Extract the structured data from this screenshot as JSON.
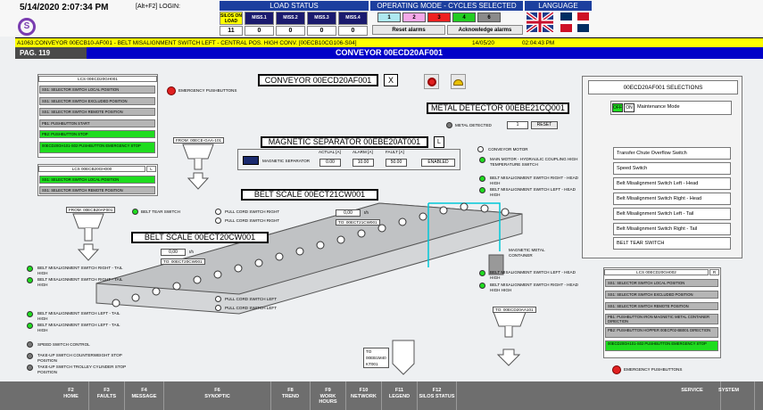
{
  "header": {
    "datetime": "5/14/2020 2:07:34 PM",
    "login": "[Alt+F2] LOGIN:",
    "logo": "S"
  },
  "load_status": {
    "title": "LOAD STATUS",
    "silos_label": "SILOS ON LOAD",
    "miss": [
      "MISS.1",
      "MISS.2",
      "MISS.3",
      "MISS.4"
    ],
    "values": [
      "11",
      "0",
      "0",
      "0",
      "0"
    ]
  },
  "operating_mode": {
    "title": "OPERATING MODE - CYCLES SELECTED",
    "modes": [
      "1",
      "2",
      "3",
      "4",
      "6"
    ],
    "mode_colors": [
      "#aee8f0",
      "#f5a8e8",
      "#ee2020",
      "#22cc22",
      "#8a8a8a"
    ],
    "reset_label": "Reset alarms",
    "ack_label": "Acknowledge alarms"
  },
  "language": {
    "title": "LANGUAGE"
  },
  "alarm_bar": {
    "text": "A1063:CONVEYOR 00ECB10-AF001 - BELT MISALIGNMENT SWITCH LEFT - CENTRAL POS. HIGH CONV. [00ECB10CG106-S04]",
    "date": "14/05/20",
    "time": "02:04:43 PM"
  },
  "page": {
    "number": "PAG. 119",
    "title": "CONVEYOR 00ECD20AF001"
  },
  "lcs1": {
    "title": "LCS 00ECD20GH001",
    "rows": [
      "SS1: SELECTOR SWITCH LOCAL POSITION",
      "SS1: SELECTOR SWITCH EXCLUDED POSITION",
      "SS1: SELECTOR SWITCH REMOTE POSITION",
      "PB1: PUSHBUTTON START",
      "PB2: PUSHBUTTON STOP",
      "00ECD20GH101-S02 PUSHBUTTON EMERGENCY STOP"
    ],
    "row_green": [
      false,
      false,
      false,
      false,
      true,
      true
    ]
  },
  "lcs2": {
    "title": "LCS 00ECB20GH000",
    "rows": [
      "SS1: SELECTOR SWITCH LOCAL POSITION",
      "SS1: SELECTOR SWITCH REMOTE POSITION"
    ],
    "row_green": [
      true,
      false
    ]
  },
  "lcs3": {
    "title": "LCS 00ECD20GH002",
    "rows": [
      "SS1: SELECTOR SWITCH LOCAL POSITION",
      "SS1: SELECTOR SWITCH EXCLUDED POSITION",
      "SS1: SELECTOR SWITCH REMOTE POSITION",
      "PB1: PUSHBUTTON IRON MAGNETIC METAL CONTAINER DIRECTION",
      "PB2: PUSHBUTTON HOPPER 00ECP02-BB001 DIRECTION",
      "00ECD20GH101-S02 PUSHBUTTON EMERGENCY STOP"
    ],
    "row_green": [
      false,
      false,
      false,
      false,
      false,
      true
    ]
  },
  "emergency_label": "EMERGENCY PUSHBUTTONS",
  "conveyor_title": "CONVEYOR 00ECD20AF001",
  "close_label": "X",
  "metal_detector": {
    "title": "METAL DETECTOR 00EBE21CQ001",
    "label": "METAL DETECTED",
    "value": "1",
    "reset": "RESET"
  },
  "magsep": {
    "title": "MAGNETIC SEPARATOR 00EBE20AT001",
    "l_label": "L",
    "label": "MAGNETIC SEPARATOR",
    "cols": [
      "ACTUAL [A]",
      "ALARM [A]",
      "FAULT [A]"
    ],
    "values": [
      "0.00",
      "10.00",
      "50.00"
    ],
    "status": "ENABLED"
  },
  "scale1": {
    "title": "BELT SCALE 00ECT21CW001",
    "val": "0,00",
    "unit": "t/h",
    "tag": "TO: 00ECT21CW001"
  },
  "scale2": {
    "title": "BELT SCALE 00ECT20CW001",
    "val": "0,00",
    "unit": "t/h",
    "tag": "TO: 00ECT20CW001"
  },
  "hopper_tags": {
    "from1": "FROM: 00ECB20AF001",
    "from2": "FROM: 00ECE-GAA-101",
    "to1": "TO: 00ECD20AA101",
    "silo": [
      "TO",
      "00EB1M40",
      "KT001"
    ]
  },
  "signals_right": [
    {
      "label": "CONVEYOR MOTOR",
      "c": "w"
    },
    {
      "label": "MAIN MOTOR - HYDRAULIC COUPLING HIGH TEMPERATURE SWITCH",
      "c": "g"
    },
    {
      "label": "BELT MISALIGNMENT SWITCH RIGHT - HEAD HIGH",
      "c": "g"
    },
    {
      "label": "BELT MISALIGNMENT SWITCH LEFT - HEAD HIGH",
      "c": "g"
    }
  ],
  "belt_tear": "BELT TEAR SWITCH",
  "pull_cord": [
    "PULL CORD SWITCH RIGHT",
    "PULL CORD SWITCH RIGHT",
    "PULL CORD SWITCH LEFT",
    "PULL CORD SWITCH LEFT"
  ],
  "signals_left": [
    "BELT MISALIGNMENT SWITCH RIGHT - TAIL HIGH",
    "BELT MISALIGNMENT SWITCH RIGHT - TAIL HIGH",
    "BELT MISALIGNMENT SWITCH LEFT - TAIL HIGH",
    "BELT MISALIGNMENT SWITCH LEFT - TAIL HIGH",
    "SPEED SWITCH CONTROL",
    "TAKE-UP SWITCH COUNTERWEIGHT STOP POSITION",
    "TAKE-UP SWITCH TROLLEY CYLINDER STOP POSITION"
  ],
  "signals_mid": [
    "BELT MISALIGNMENT SWITCH LEFT - HEAD HIGH",
    "BELT MISALIGNMENT SWITCH RIGHT - HEAD HIGH HIGH"
  ],
  "magnetic_container": "MAGNETIC METAL CONTAINER",
  "selections": {
    "title": "00ECD20AF001 SELECTIONS",
    "off": "OFF",
    "on": "ON",
    "maintenance": "Maintenance Mode",
    "items": [
      "Transfer Chute Overflow Switch",
      "Speed Switch",
      "Belt Misalignment Switch Left - Head",
      "Belt Misalignment Switch Right - Head",
      "Belt Misalignment Switch Left - Tail",
      "Belt Misalignment Switch Right - Tail",
      "BELT TEAR SWITCH"
    ]
  },
  "fkeys": [
    {
      "k": "F2",
      "l": "HOME"
    },
    {
      "k": "F3",
      "l": "FAULTS"
    },
    {
      "k": "F4",
      "l": "MESSAGE"
    },
    {
      "k": "F6",
      "l": "SYNOPTIC"
    },
    {
      "k": "F8",
      "l": "TREND"
    },
    {
      "k": "F9",
      "l": "WORK HOURS"
    },
    {
      "k": "F10",
      "l": "NETWORK"
    },
    {
      "k": "F11",
      "l": "LEGEND"
    },
    {
      "k": "F12",
      "l": "SILOS STATUS"
    },
    {
      "k": "",
      "l": "SERVICE"
    },
    {
      "k": "",
      "l": "SYSTEM"
    }
  ]
}
